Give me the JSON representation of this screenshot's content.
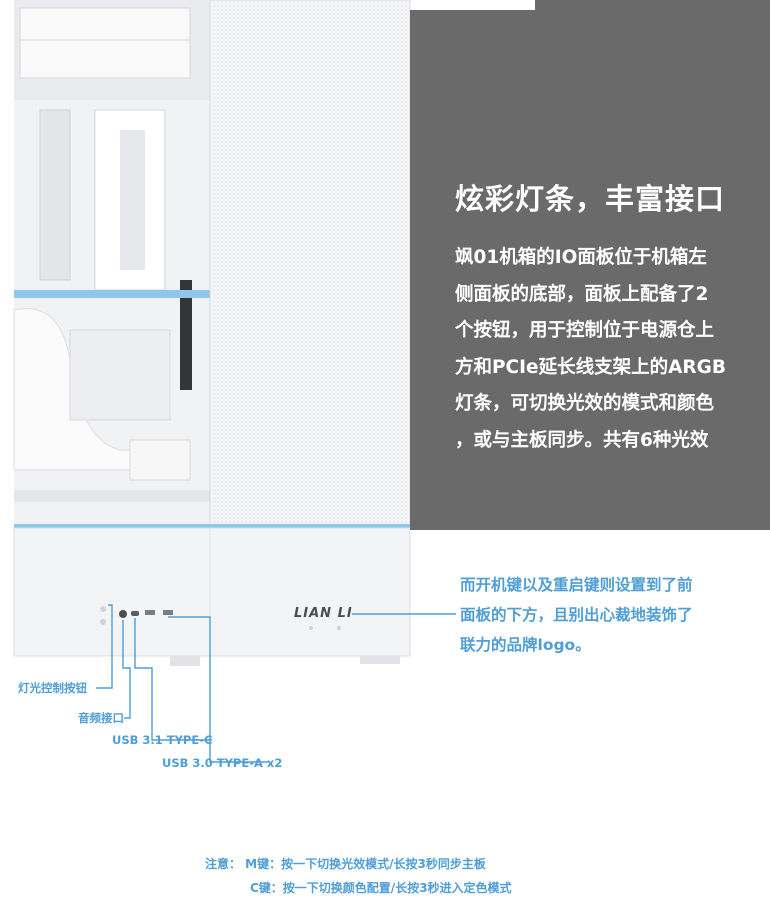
{
  "heading": "炫彩灯条，丰富接口",
  "paragraph_lines": [
    "飒01机箱的IO面板位于机箱左",
    "侧面板的底部，面板上配备了2",
    "个按钮，用于控制位于电源仓上",
    "方和PCIe延长线支架上的ARGB",
    "灯条，可切换光效的模式和颜色",
    "，或与主板同步。共有6种光效"
  ],
  "side_note_lines": [
    "而开机键以及重启键则设置到了前",
    "面板的下方，且别出心裁地装饰了",
    "联力的品牌logo。"
  ],
  "brand_logo": "LIAN LI",
  "port_labels": {
    "light_button": "灯光控制按钮",
    "audio": "音频接口",
    "usb_c": "USB 3.1 TYPE-C",
    "usb_a": "USB 3.0 TYPE-A x2"
  },
  "notes": {
    "line1": "注意：  M键：按一下切换光效模式/长按3秒同步主板",
    "line2": "C键：按一下切换颜色配置/长按3秒进入定色模式"
  },
  "colors": {
    "accent_blue": "#4f9ed6",
    "panel_gray": "#6a6a6a",
    "led_strip": "#8ec6ec"
  }
}
